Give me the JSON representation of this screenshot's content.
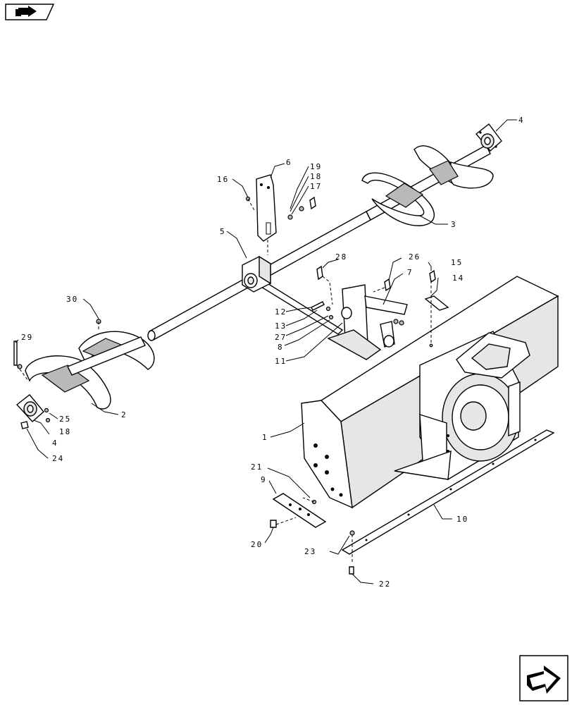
{
  "callouts": {
    "c1": "1",
    "c2": "2",
    "c3": "3",
    "c4a": "4",
    "c4b": "4",
    "c5": "5",
    "c6": "6",
    "c7": "7",
    "c8": "8",
    "c9": "9",
    "c10": "10",
    "c11": "11",
    "c12": "12",
    "c13": "13",
    "c14": "14",
    "c15": "15",
    "c16": "16",
    "c17": "17",
    "c18a": "18",
    "c18b": "18",
    "c19": "19",
    "c20": "20",
    "c21": "21",
    "c22": "22",
    "c23": "23",
    "c24": "24",
    "c25": "25",
    "c26": "26",
    "c27": "27",
    "c28": "28",
    "c29": "29",
    "c30": "30"
  },
  "icons": {
    "top_left": "section-nav-arrow-icon",
    "bottom_right": "next-page-arrow-icon"
  }
}
